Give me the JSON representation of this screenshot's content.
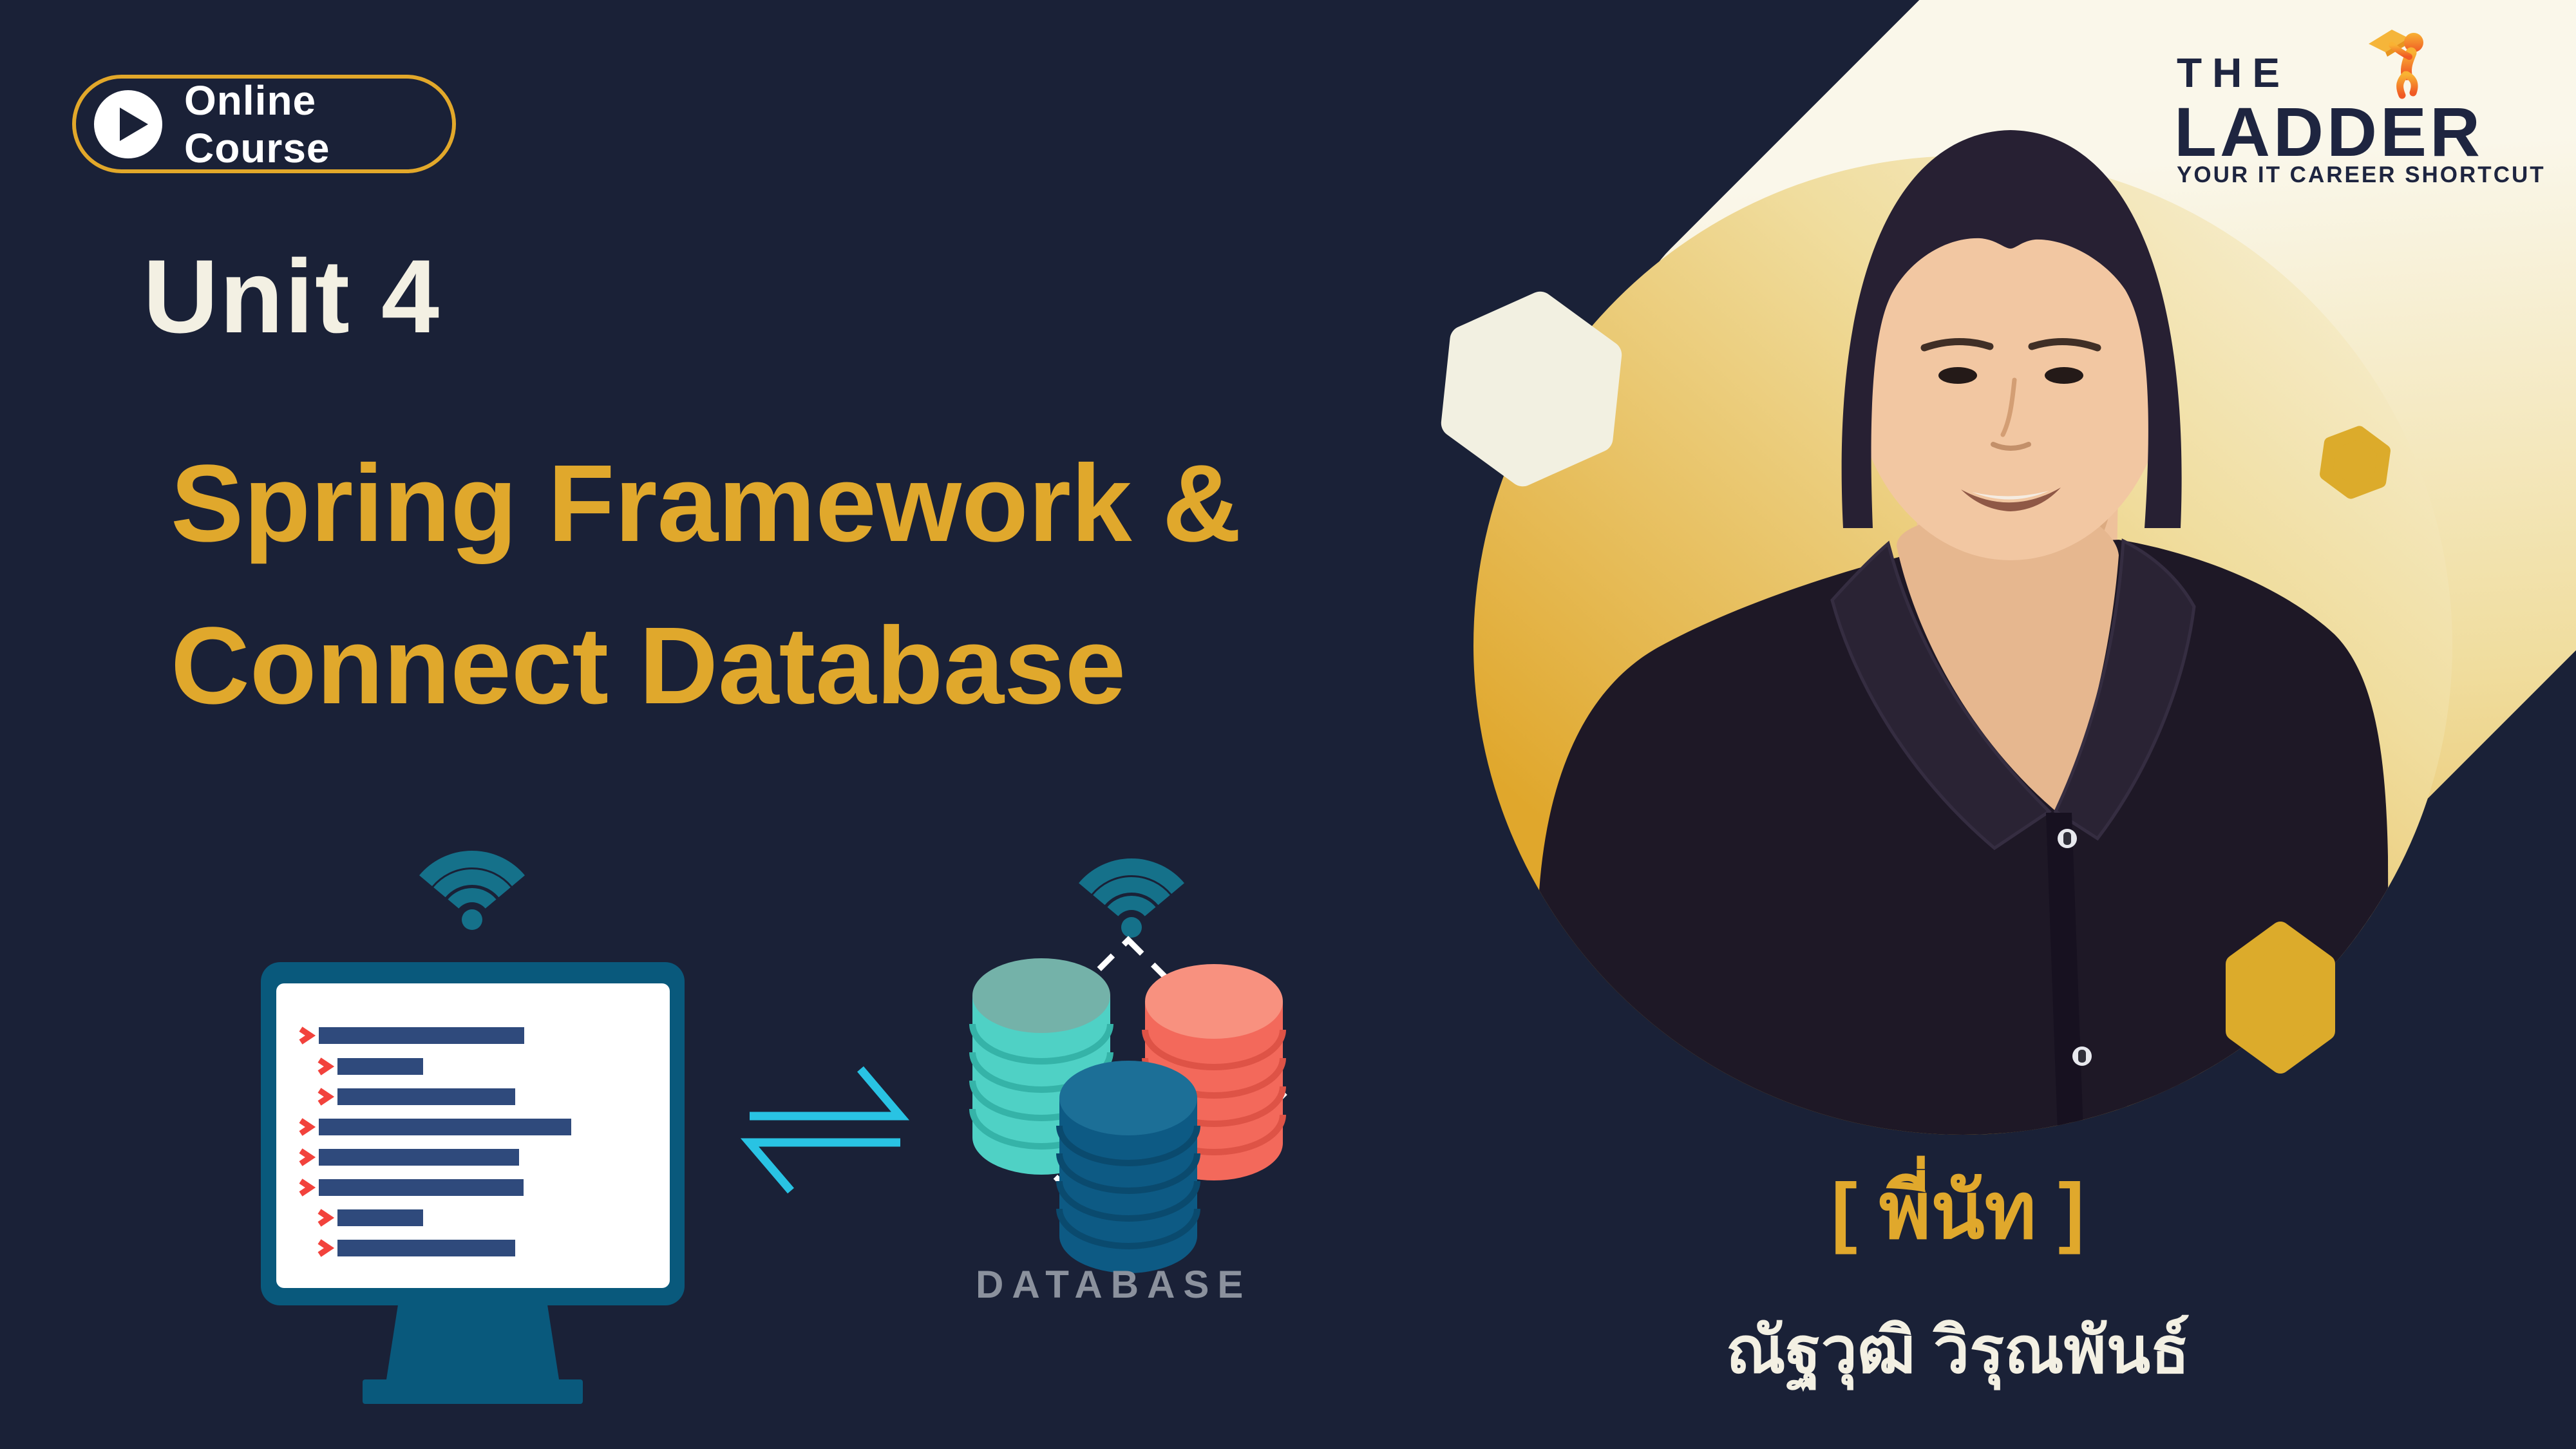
{
  "badge": {
    "label": "Online Course"
  },
  "heading": {
    "unit": "Unit 4",
    "title_line1": "Spring Framework &",
    "title_line2": "Connect Database"
  },
  "illustration": {
    "database_label": "DATABASE"
  },
  "logo": {
    "word_the": "THE",
    "word_ladder": "LADDER",
    "tagline": "YOUR IT CAREER SHORTCUT"
  },
  "instructor": {
    "nickname": "[ พี่นัท ]",
    "full_name": "ณัฐวุฒิ วิรุณพันธ์"
  },
  "colors": {
    "background": "#1a2137",
    "gold": "#e0a82c",
    "cream_text": "#f3f0e3",
    "badge_border": "#e2a82a",
    "gradient_light": "#faf7ea",
    "gradient_gold": "#e0a72c",
    "monitor_teal": "#09597c",
    "code_bar_navy": "#2f4a7c",
    "code_arrow_red": "#f2423c",
    "wifi_teal": "#15718a",
    "exchange_cyan": "#29c3e3",
    "db_teal": "#4fd1c5",
    "db_red": "#f3695b",
    "db_blue": "#0d5a84",
    "database_text_gray": "#8b919d",
    "logo_navy": "#1e2540"
  }
}
